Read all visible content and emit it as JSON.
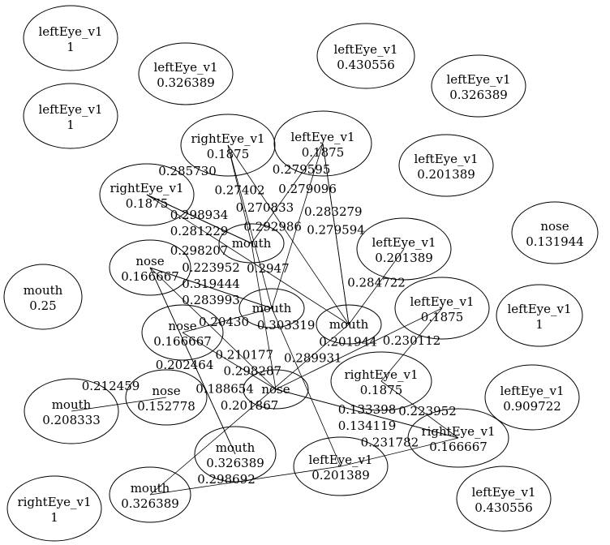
{
  "nodes": [
    {
      "label": "leftEye_v1",
      "value": "1"
    },
    {
      "label": "leftEye_v1",
      "value": "0.326389"
    },
    {
      "label": "leftEye_v1",
      "value": "0.430556"
    },
    {
      "label": "leftEye_v1",
      "value": "0.326389"
    },
    {
      "label": "leftEye_v1",
      "value": "1"
    },
    {
      "label": "rightEye_v1",
      "value": "0.1875"
    },
    {
      "label": "leftEye_v1",
      "value": "0.1875"
    },
    {
      "label": "leftEye_v1",
      "value": "0.201389"
    },
    {
      "label": "rightEye_v1",
      "value": "0.1875"
    },
    {
      "label": "nose",
      "value": "0.131944"
    },
    {
      "label": "leftEye_v1",
      "value": "0.201389"
    },
    {
      "label": "mouth",
      "value": "0.25"
    },
    {
      "label": "leftEye_v1",
      "value": "1"
    },
    {
      "label": "mouth",
      "value": ""
    },
    {
      "label": "mouth",
      "value": ""
    },
    {
      "label": "leftEye_v1",
      "value": "0.1875"
    },
    {
      "label": "nose",
      "value": "0.166667"
    },
    {
      "label": "rightEye_v1",
      "value": "0.1875"
    },
    {
      "label": "nose",
      "value": "0.166667"
    },
    {
      "label": "nose",
      "value": "0.152778"
    },
    {
      "label": "mouth",
      "value": "0.208333"
    },
    {
      "label": "rightEye_v1",
      "value": "0.166667"
    },
    {
      "label": "leftEye_v1",
      "value": "0.909722"
    },
    {
      "label": "mouth",
      "value": "0.326389"
    },
    {
      "label": "mouth",
      "value": "0.326389"
    },
    {
      "label": "leftEye_v1",
      "value": "0.201389"
    },
    {
      "label": "leftEye_v1",
      "value": "0.430556"
    },
    {
      "label": "rightEye_v1",
      "value": "1"
    },
    {
      "label": "nose",
      "value": ""
    },
    {
      "label": "mouth",
      "value": ""
    }
  ],
  "edges": [
    {
      "weight": "0.2947"
    },
    {
      "weight": "0.27402"
    },
    {
      "weight": "0.279594"
    },
    {
      "weight": "0.283279"
    },
    {
      "weight": "0.279595"
    },
    {
      "weight": "0.298934"
    },
    {
      "weight": "0.281229"
    },
    {
      "weight": "0.292986"
    },
    {
      "weight": "0.298207"
    },
    {
      "weight": "0.285730"
    },
    {
      "weight": "0.270833"
    },
    {
      "weight": "0.284722"
    },
    {
      "weight": "0.319444"
    },
    {
      "weight": "0.283993"
    },
    {
      "weight": "0.223952"
    },
    {
      "weight": "0.210177"
    },
    {
      "weight": "0.230112"
    },
    {
      "weight": "0.223952"
    },
    {
      "weight": "0.212459"
    },
    {
      "weight": "0.231782"
    },
    {
      "weight": "0.298692"
    },
    {
      "weight": "0.201867"
    },
    {
      "weight": "0.133398"
    },
    {
      "weight": "0.134119"
    },
    {
      "weight": "0.20430"
    },
    {
      "weight": "0.298287"
    },
    {
      "weight": "0.303319"
    },
    {
      "weight": "0.202464"
    },
    {
      "weight": "0.188654"
    },
    {
      "weight": "0.289931"
    },
    {
      "weight": "0.201944"
    },
    {
      "weight": "0.279096"
    }
  ]
}
